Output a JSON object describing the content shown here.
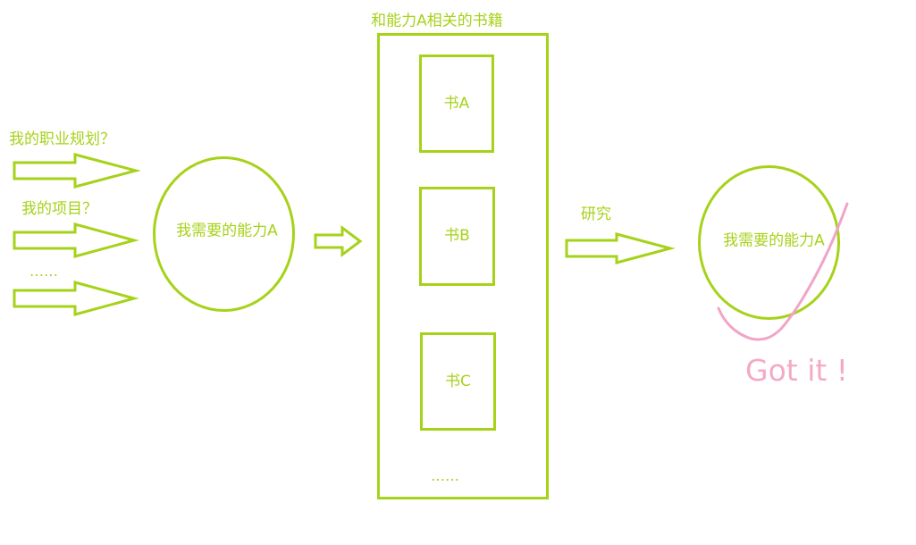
{
  "questions": {
    "q1": "我的职业规划？",
    "q2": "我的项目？",
    "more": "……"
  },
  "ability_node": {
    "label": "我需要的能力A"
  },
  "books_container": {
    "title": "和能力A相关的书籍",
    "books": [
      "书A",
      "书B",
      "书C"
    ],
    "more": "……"
  },
  "study": {
    "label": "研究"
  },
  "result_node": {
    "label": "我需要的能力A"
  },
  "got_it": {
    "label": "Got it !"
  },
  "colors": {
    "primary": "#a6d21a",
    "accent": "#f1a4c8"
  }
}
